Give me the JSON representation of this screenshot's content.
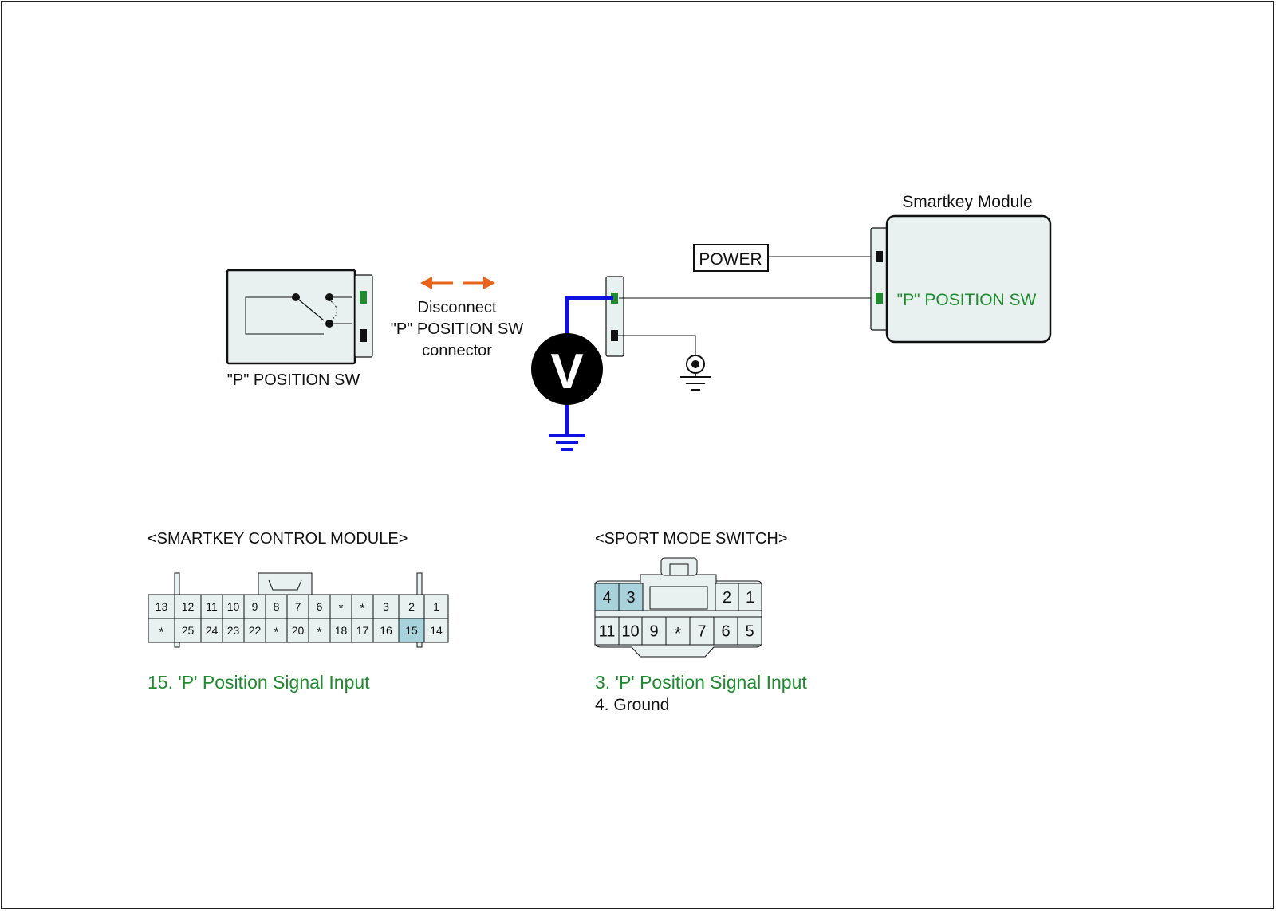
{
  "diagram": {
    "p_switch_label": "\"P\" POSITION SW",
    "disconnect_line1": "Disconnect",
    "disconnect_line2": "\"P\" POSITION SW",
    "disconnect_line3": "connector",
    "voltmeter_symbol": "V",
    "power_label": "POWER",
    "module_title": "Smartkey Module",
    "module_signal_label": "\"P\" POSITION SW",
    "colors": {
      "signal_green": "#1f8a2e",
      "meter_lead_blue": "#1010e0",
      "arrow_orange": "#e8641a",
      "highlight_pin": "#a9d3dc",
      "module_fill": "#e8f0f0"
    }
  },
  "smartkey_connector": {
    "title": "<SMARTKEY CONTROL MODULE>",
    "row1": [
      "13",
      "12",
      "11",
      "10",
      "9",
      "8",
      "7",
      "6",
      "*",
      "*",
      "3",
      "2",
      "1"
    ],
    "row2": [
      "*",
      "25",
      "24",
      "23",
      "22",
      "*",
      "20",
      "*",
      "18",
      "17",
      "16",
      "15",
      "14"
    ],
    "highlighted": [
      "15"
    ],
    "note1": "15. 'P' Position Signal Input"
  },
  "sport_connector": {
    "title": "<SPORT MODE SWITCH>",
    "row1": [
      "4",
      "3",
      "2",
      "1"
    ],
    "row2": [
      "11",
      "10",
      "9",
      "*",
      "7",
      "6",
      "5"
    ],
    "highlighted": [
      "4",
      "3"
    ],
    "note1": "3. 'P' Position Signal Input",
    "note2": "4. Ground"
  }
}
